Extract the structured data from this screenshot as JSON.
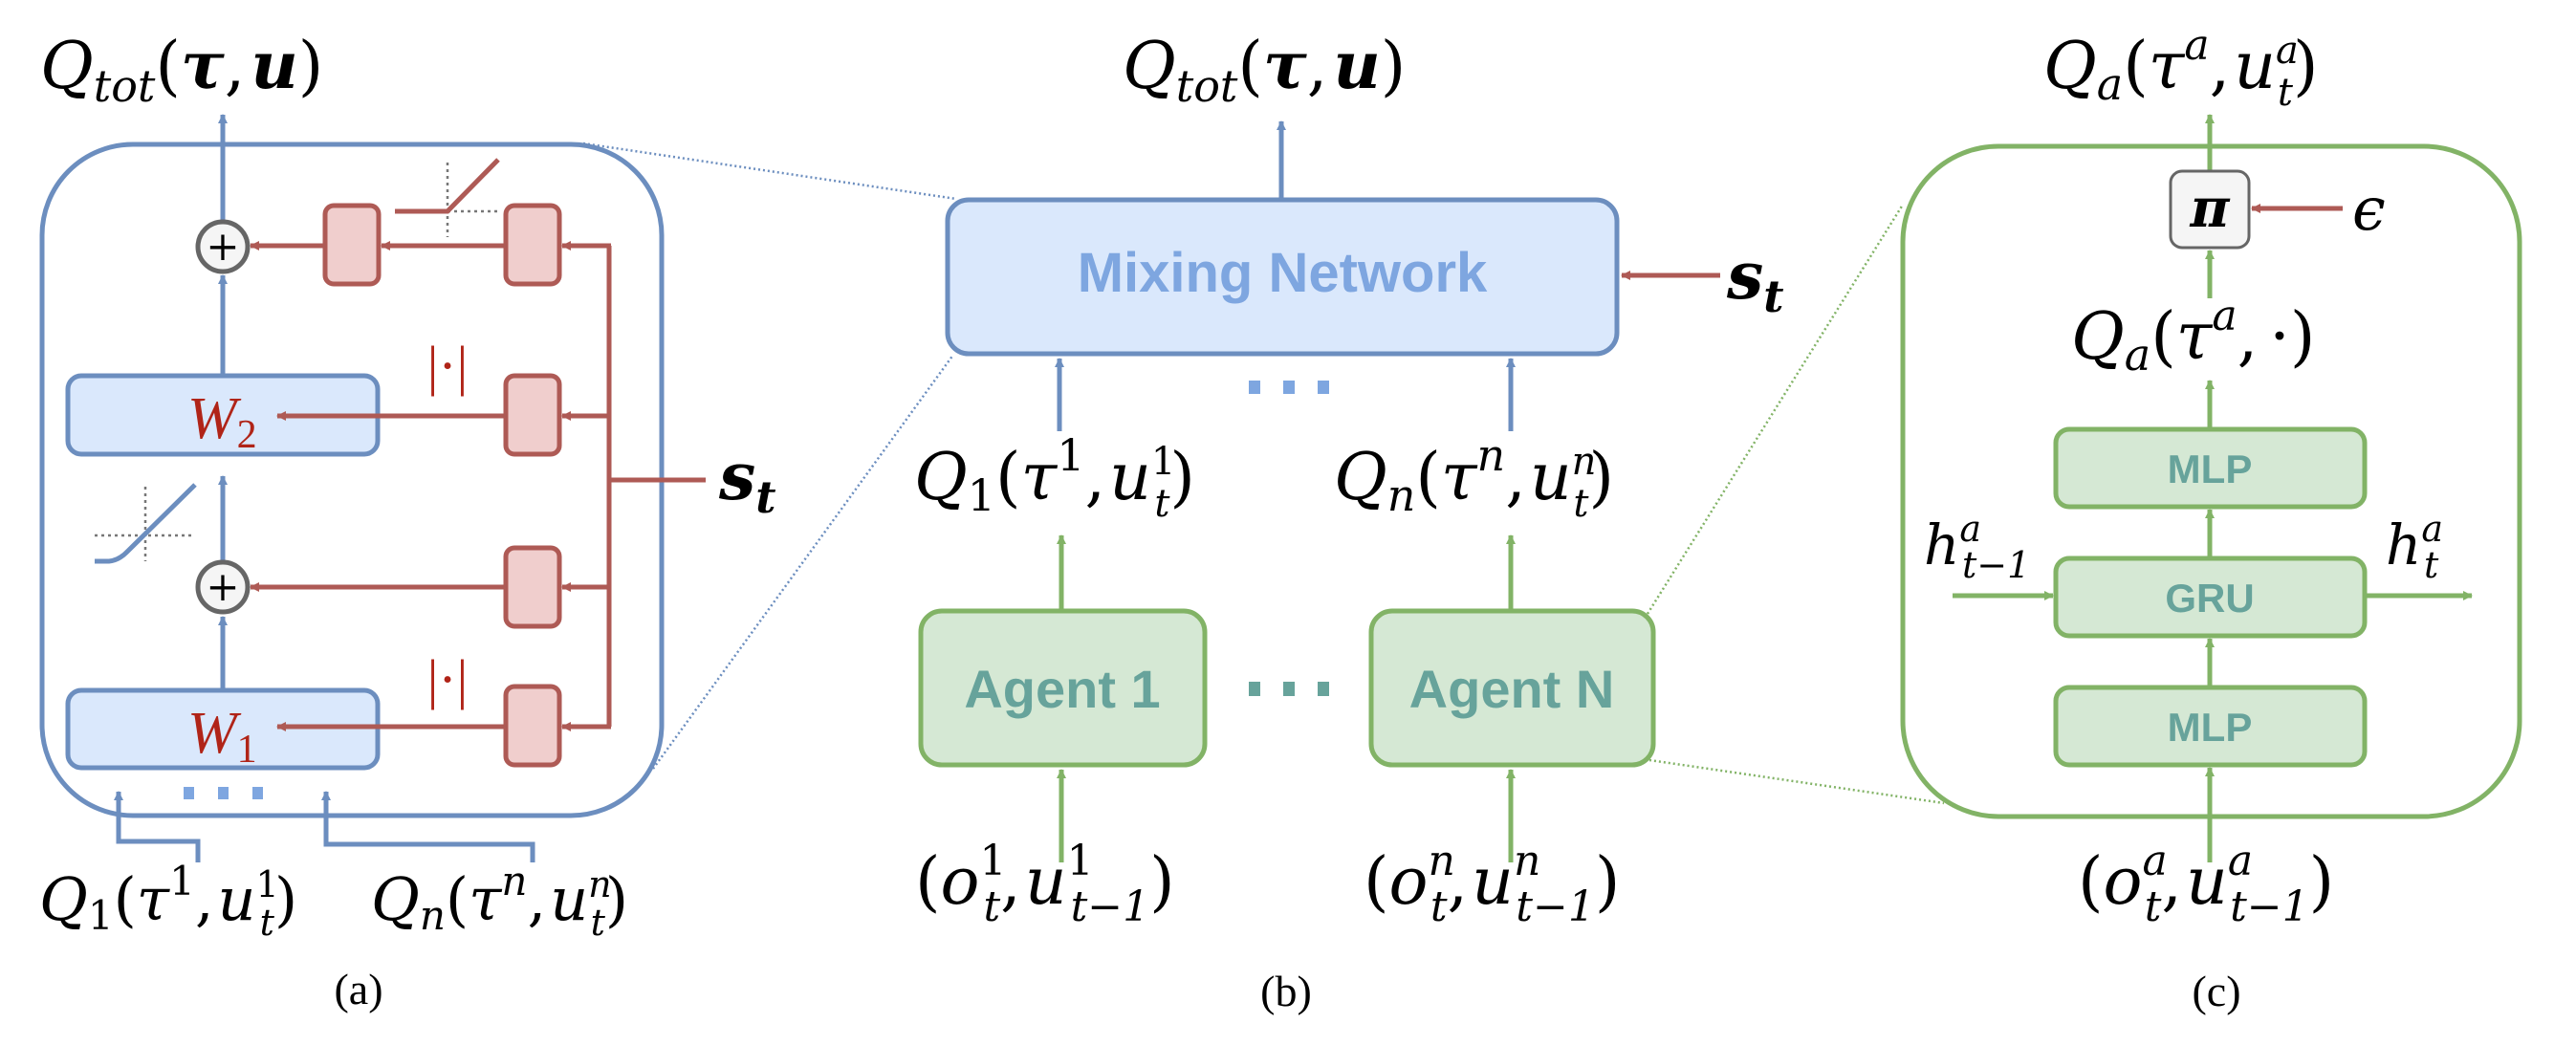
{
  "figure": {
    "title": "QMIX architecture diagram",
    "colors": {
      "blue_stroke": "#6c8ebf",
      "blue_fill": "#dae8fc",
      "blue_text": "#7ea6e0",
      "green_stroke": "#82b366",
      "green_fill": "#d5e8d4",
      "green_text": "#67a39b",
      "red_stroke": "#ae5a55",
      "red_fill": "#f0cecd",
      "red_text": "#b02418",
      "gray_stroke": "#666666",
      "gray_fill": "#f5f5f5"
    }
  },
  "panel_a": {
    "caption": "(a)",
    "output_label": {
      "base": "Q",
      "sub": "tot",
      "open": "(",
      "arg1": "τ",
      "comma": ",",
      "arg2": "u",
      "close": ")"
    },
    "weight_boxes": [
      {
        "base": "W",
        "sub": "2"
      },
      {
        "base": "W",
        "sub": "1"
      }
    ],
    "abs_labels": [
      "|·|",
      "|·|"
    ],
    "plus_symbol": "+",
    "state_label": {
      "base": "s",
      "sub": "t"
    },
    "input_labels": [
      {
        "base": "Q",
        "sub": "1",
        "sup_tau": "1",
        "sup_u": "1",
        "sub_u": "t"
      },
      {
        "base": "Q",
        "sub": "n",
        "sup_tau": "n",
        "sup_u": "n",
        "sub_u": "t"
      }
    ],
    "ellipsis": "···",
    "activations": [
      "ReLU",
      "ELU"
    ]
  },
  "panel_b": {
    "caption": "(b)",
    "mixing_network_label": "Mixing Network",
    "output_label": {
      "base": "Q",
      "sub": "tot",
      "open": "(",
      "arg1": "τ",
      "comma": ",",
      "arg2": "u",
      "close": ")"
    },
    "state_label": {
      "base": "s",
      "sub": "t"
    },
    "agent_q_labels": [
      {
        "base": "Q",
        "sub": "1",
        "sup_tau": "1",
        "sup_u": "1",
        "sub_u": "t"
      },
      {
        "base": "Q",
        "sub": "n",
        "sup_tau": "n",
        "sup_u": "n",
        "sub_u": "t"
      }
    ],
    "agents": [
      "Agent 1",
      "Agent N"
    ],
    "agent_inputs": [
      {
        "o_sup": "1",
        "o_sub": "t",
        "u_sup": "1",
        "u_sub": "t−1"
      },
      {
        "o_sup": "n",
        "o_sub": "t",
        "u_sup": "n",
        "u_sub": "t−1"
      }
    ],
    "ellipsis": "···"
  },
  "panel_c": {
    "caption": "(c)",
    "output_label": {
      "base": "Q",
      "sub": "a",
      "sup_tau": "a",
      "sup_u": "a",
      "sub_u": "t"
    },
    "policy_symbol": "π",
    "epsilon": "ϵ",
    "intermediate_label": {
      "base": "Q",
      "sub": "a",
      "sup_tau": "a",
      "dot": "·"
    },
    "layers": [
      "MLP",
      "GRU",
      "MLP"
    ],
    "hidden_in": {
      "base": "h",
      "sup": "a",
      "sub": "t−1"
    },
    "hidden_out": {
      "base": "h",
      "sup": "a",
      "sub": "t"
    },
    "input_label": {
      "o_sup": "a",
      "o_sub": "t",
      "u_sup": "a",
      "u_sub": "t−1"
    }
  }
}
